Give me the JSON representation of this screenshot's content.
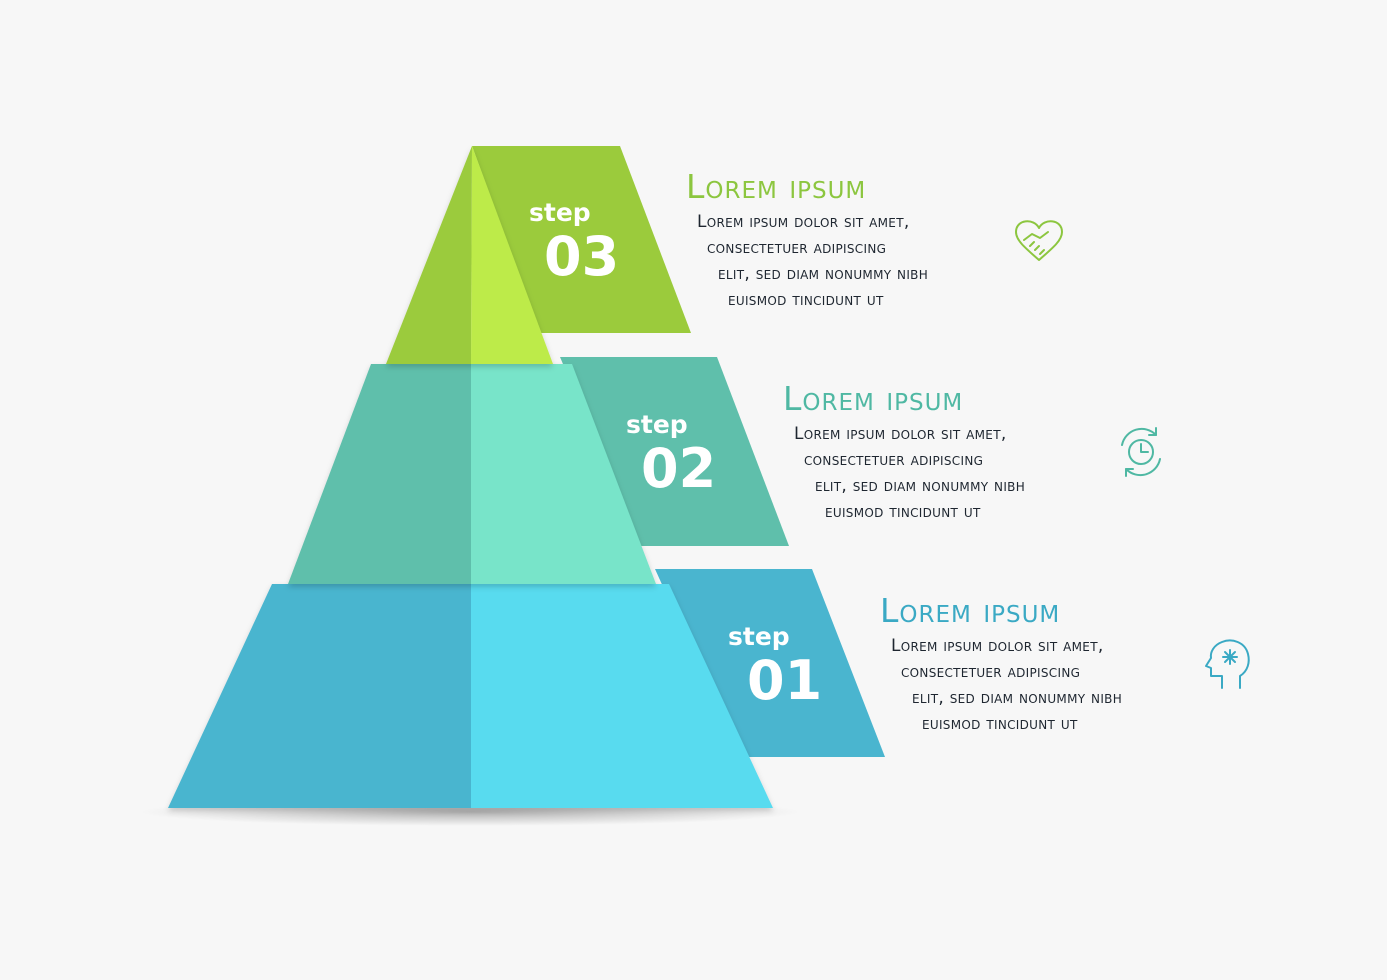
{
  "colors": {
    "background": "#f7f7f7",
    "step3": "#9bcb3c",
    "step3_light": "#bdeb4a",
    "step2": "#5fbfab",
    "step2_light": "#78e4c9",
    "step1": "#4ab5cf",
    "step1_light": "#59dbef",
    "body_text": "#1e2630"
  },
  "steps": [
    {
      "label": "step",
      "number": "03",
      "title": "Lorem ipsum",
      "title_color": "#8cc63f",
      "lines": [
        "Lorem ipsum dolor sit amet,",
        "consectetuer adipiscing",
        "elit, sed diam nonummy nibh",
        "euismod tincidunt ut"
      ],
      "icon": "handshake-heart-icon"
    },
    {
      "label": "step",
      "number": "02",
      "title": "Lorem ipsum",
      "title_color": "#4fb8a3",
      "lines": [
        "Lorem ipsum dolor sit amet,",
        "consectetuer adipiscing",
        "elit, sed diam nonummy nibh",
        "euismod tincidunt ut"
      ],
      "icon": "clock-refresh-icon"
    },
    {
      "label": "step",
      "number": "01",
      "title": "Lorem ipsum",
      "title_color": "#3aa9c4",
      "lines": [
        "Lorem ipsum dolor sit amet,",
        "consectetuer adipiscing",
        "elit, sed diam nonummy nibh",
        "euismod tincidunt ut"
      ],
      "icon": "head-idea-icon"
    }
  ]
}
